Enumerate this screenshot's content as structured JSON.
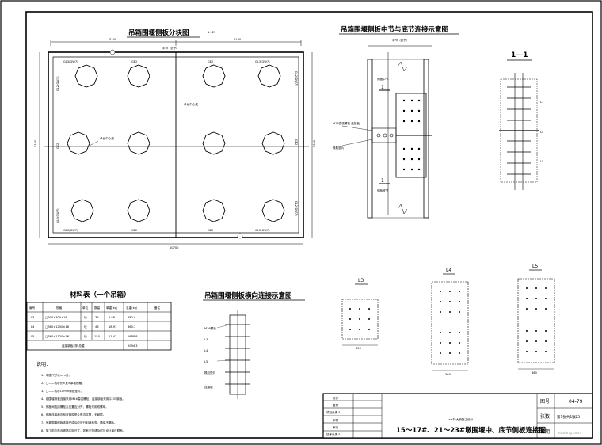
{
  "plan": {
    "title": "吊箱围堰侧板分块图",
    "scale_note": "1:125",
    "center_label": "中节（底节）",
    "dim_top_left": "5100",
    "dim_top_right": "5100",
    "dim_bottom": "10700",
    "dim_left": "5350",
    "dim_right": "5350",
    "pile_labels_top": [
      "GL3(GW7)",
      "GE2",
      "GE2",
      "GL3(GW7)"
    ],
    "pile_labels_bottom": [
      "GL3(GW7)",
      "GE2",
      "GE2",
      "GL3(GW7)"
    ],
    "left_side_labels": [
      "GL2(GW7)",
      "GE2",
      "GL2(GW7)"
    ],
    "right_side_labels": [
      "GL2(GW7)",
      "GE2",
      "GL2(GW7)"
    ],
    "center_note": "承台中心线",
    "center_note2": "承台中心线"
  },
  "side_detail": {
    "title": "吊箱围堰侧板中节与底节连接示意图",
    "top_label": "中节（底节）",
    "label_mid": "侧板中节",
    "label_bottom": "侧板底节",
    "label_bolt": "M16高强螺栓 连接板",
    "label_gasket": "橡胶垫片",
    "marks": [
      "1",
      "1"
    ]
  },
  "section": {
    "title": "1—1",
    "labels": [
      "L3",
      "L4",
      "L5"
    ]
  },
  "horizontal_detail": {
    "title": "吊箱围堰侧板横向连接示意图",
    "labels": [
      "M16螺栓",
      "L3",
      "L4",
      "L5",
      "橡胶垫片",
      "连接板"
    ]
  },
  "plates": [
    {
      "title": "L3",
      "dim": "300"
    },
    {
      "title": "L4",
      "dim": "360"
    },
    {
      "title": "L5",
      "dim": "360"
    }
  ],
  "material_table": {
    "title": "材料表（一个吊箱）",
    "headers": [
      "编号",
      "规格",
      "单位",
      "数量",
      "单重(kg)",
      "总重(kg)",
      "备注"
    ],
    "rows": [
      [
        "L3",
        "□300×300×16",
        "块",
        "36",
        "5.88",
        "682.9",
        ""
      ],
      [
        "L4",
        "□360×1250×16",
        "块",
        "48",
        "18.97",
        "860.3",
        ""
      ],
      [
        "L5",
        "□360×1120×16",
        "块",
        "150",
        "11.47",
        "1688.8",
        ""
      ]
    ],
    "total_label": "连接钢板材料总重",
    "total_value": "2094.3"
  },
  "notes": {
    "title": "说明：",
    "lines": [
      "1、本图尺寸以mm计。",
      "2、□——表示长×宽×厚板规格。",
      "3、□——表示10mm橡胶垫片。",
      "4、钢围堰侧板连接采用M16高强螺栓，连接钢板采用Q235钢板。",
      "5、侧板间连接螺栓孔位置应对齐，螺栓采用双螺母。",
      "6、侧板连接前应检查橡胶垫片是否平整，无破损。",
      "7、吊箱围堰侧板连接完成后应进行封堵检查，确保不漏水。",
      "8、施工前应核对现场实际尺寸，如有不符请及时与设计单位联系。"
    ]
  },
  "title_block": {
    "left_rows": [
      "设计",
      "复核",
      "项目负责人",
      "审核",
      "审定",
      "技术负责人"
    ],
    "project": "××特大桥施工设计",
    "drawing_title": "15～17#、21～23#墩围堰中、底节侧板连接图",
    "fig_no_label": "图号",
    "fig_no_value": "04-79",
    "sheet_label": "张数",
    "sheet_value": "第1张共1张",
    "date_label": "日期",
    "scale_value": "1:25",
    "watermark": "zhulong.com"
  }
}
